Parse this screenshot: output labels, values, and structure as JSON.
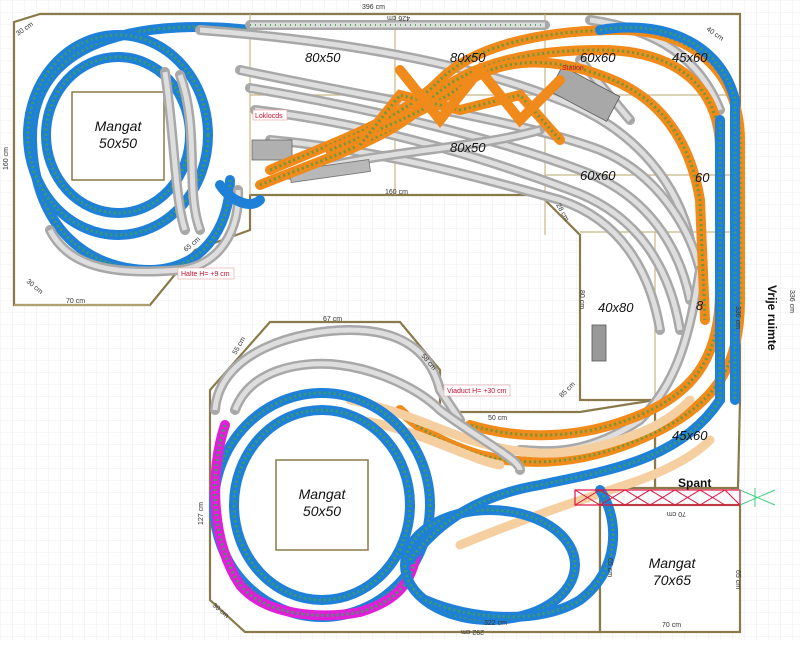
{
  "holes": [
    {
      "id": "hole-1",
      "line1": "Mangat",
      "line2": "50x50"
    },
    {
      "id": "hole-2",
      "line1": "Mangat",
      "line2": "50x50"
    },
    {
      "id": "hole-3",
      "line1": "Mangat",
      "line2": "70x65"
    }
  ],
  "modules": [
    "80x50",
    "80x50",
    "60x60",
    "45x60",
    "80x50",
    "60x60",
    "60",
    "40x80",
    "8",
    "45x60"
  ],
  "labels": {
    "station": "Station",
    "loklocaals": "Loklocds",
    "halte": "Halte H= +9 cm",
    "viaduct": "Viaduct H= +30 cm",
    "spant": "Spant",
    "vrije_ruimte": "Vrije ruimte"
  },
  "measures": {
    "top_width": "396 cm",
    "top_inner": "426 cm",
    "left_depth": "160 cm",
    "mid_width": "160 cm",
    "corner_tl": "30 cm",
    "corner_tr": "40 cm",
    "corner_bl": "30 cm",
    "width_70": "70 cm",
    "diag_65": "65 cm",
    "width_67": "67 cm",
    "diag_58": "58 cm",
    "depth_80": "80 cm",
    "width_50": "50 cm",
    "diag_85": "85 cm",
    "diag_28": "28 cm",
    "right_336": "336 cm",
    "right_336b": "336 cm",
    "left_127": "127 cm",
    "corner_bl2": "30 cm",
    "bottom_292": "292 cm",
    "bottom_322": "322 cm",
    "bottom_70": "70 cm",
    "depth_65": "65 cm",
    "depth_65b": "65 cm",
    "spant_70": "70 cm",
    "diag_55": "55 cm"
  }
}
